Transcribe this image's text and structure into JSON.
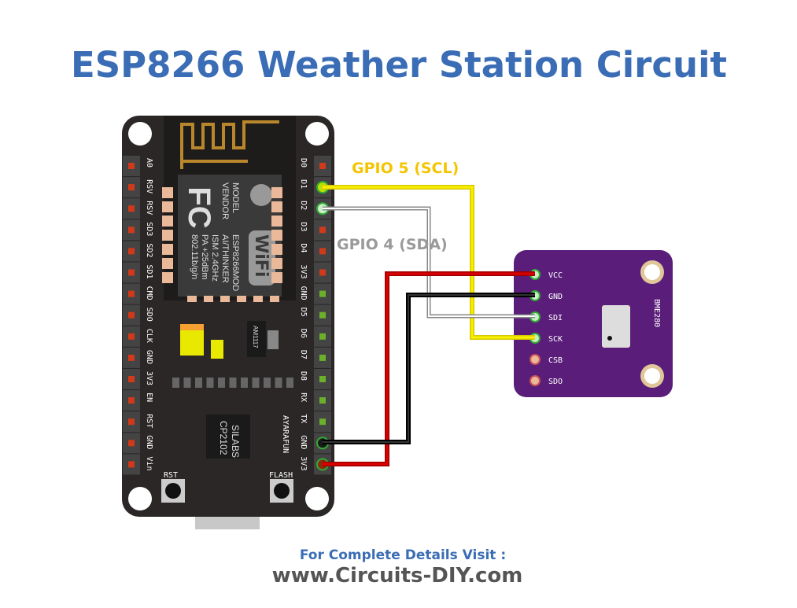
{
  "title": "ESP8266 Weather Station Circuit",
  "labels": {
    "scl": "GPIO 5 (SCL)",
    "sda": "GPIO 4 (SDA)"
  },
  "board": {
    "left_pins": [
      "A0",
      "RSV",
      "RSV",
      "SD3",
      "SD2",
      "SD1",
      "CMD",
      "SDO",
      "CLK",
      "GND",
      "3V3",
      "EN",
      "RST",
      "GND",
      "Vin"
    ],
    "right_pins": [
      "D0",
      "D1",
      "D2",
      "D3",
      "D4",
      "3V3",
      "GND",
      "D5",
      "D6",
      "D7",
      "D8",
      "RX",
      "TX",
      "GND",
      "3V3"
    ],
    "module": {
      "logo": "FC",
      "model": "MODEL",
      "vendor": "VENDOR",
      "part": "ESP8266MOD",
      "maker": "AI/THINKER",
      "ism": "ISM 2.4GHz",
      "pa": "PA +25dBm",
      "std": "802.11b/g/n",
      "wifi": "WiFi"
    },
    "regulator": "AM1117",
    "usb_chip_1": "SILABS",
    "usb_chip_2": "CP2102",
    "brand": "AYARAFUN",
    "rst": "RST",
    "flash": "FLASH"
  },
  "sensor": {
    "name": "BME280",
    "pins": [
      "VCC",
      "GND",
      "SDI",
      "SCK",
      "CSB",
      "SDO"
    ]
  },
  "colors": {
    "title": "#3a6db5",
    "scl": "#f5c400",
    "sda": "#9a9a9a",
    "vcc": "#c00000",
    "gnd": "#1a1a1a",
    "board": "#2b2727",
    "sensor": "#5a1e7a"
  },
  "footer": {
    "line1": "For Complete Details Visit :",
    "line2": "www.Circuits-DIY.com"
  }
}
